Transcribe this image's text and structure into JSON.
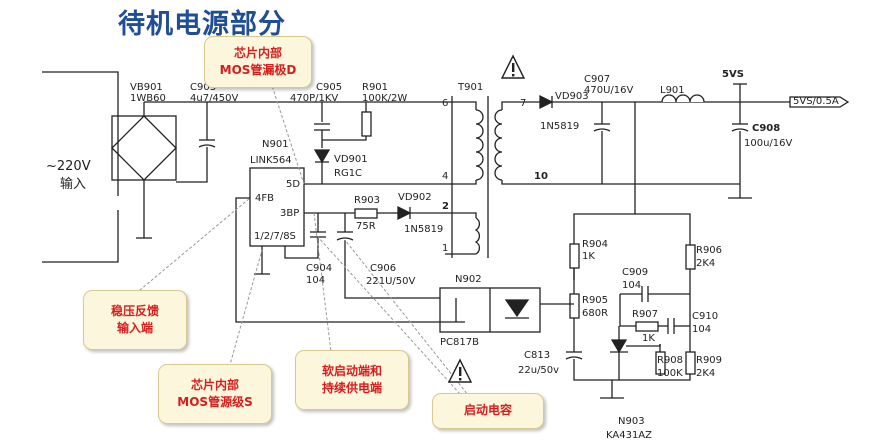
{
  "title": "待机电源部分",
  "labels": {
    "vb901": "VB901",
    "vb901_val": "1WB60",
    "c903": "C903",
    "c903_val": "4u7/450V",
    "c905": "C905",
    "c905_val": "470P/1KV",
    "r901": "R901",
    "r901_val": "100K/2W",
    "t901": "T901",
    "vd903": "VD903",
    "vd903_val": "1N5819",
    "c907": "C907",
    "c907_val": "470U/16V",
    "l901": "L901",
    "v5vs": "5VS",
    "v5vs_out": "5VS/0.5A",
    "c908": "C908",
    "c908_val": "100u/16V",
    "n901": "N901",
    "link": "LINK564",
    "vd901": "VD901",
    "vd901_val": "RG1C",
    "pin5d": "5D",
    "pin4fb": "4FB",
    "pin3bp": "3BP",
    "pin1278s": "1/2/7/8S",
    "ac_in": "~220V",
    "ac_in2": "输入",
    "r903": "R903",
    "r903_val": "75R",
    "vd902": "VD902",
    "vd902_val": "1N5819",
    "c904": "C904",
    "c904_val": "104",
    "c906": "C906",
    "c906_val": "221U/50V",
    "n902": "N902",
    "pc817": "PC817B",
    "r904": "R904",
    "r904_val": "1K",
    "r906": "R906",
    "r906_val": "2K4",
    "c909": "C909",
    "c909_val": "104",
    "r905": "R905",
    "r905_val": "680R",
    "r907": "R907",
    "r907_val": "1K",
    "c910": "C910",
    "c910_val": "104",
    "c813": "C813",
    "c813_val": "22u/50v",
    "r908": "R908",
    "r908_val": "100K",
    "r909": "R909",
    "r909_val": "2K4",
    "n903": "N903",
    "ka431": "KA431AZ",
    "pin6": "6",
    "pin7": "7",
    "pin4": "4",
    "pin10": "10",
    "pin2": "2",
    "pin1": "1"
  },
  "callouts": {
    "drain_l1": "芯片内部",
    "drain_l2": "MOS管漏极D",
    "fb_l1": "稳压反馈",
    "fb_l2": "输入端",
    "src_l1": "芯片内部",
    "src_l2": "MOS管源级S",
    "soft_l1": "软启动端和",
    "soft_l2": "持续供电端",
    "startcap": "启动电容"
  },
  "colors": {
    "title": "#1f4e97",
    "callout_text": "#d51f1f",
    "callout_bg": "#fbf6dc",
    "wire": "#222222"
  }
}
